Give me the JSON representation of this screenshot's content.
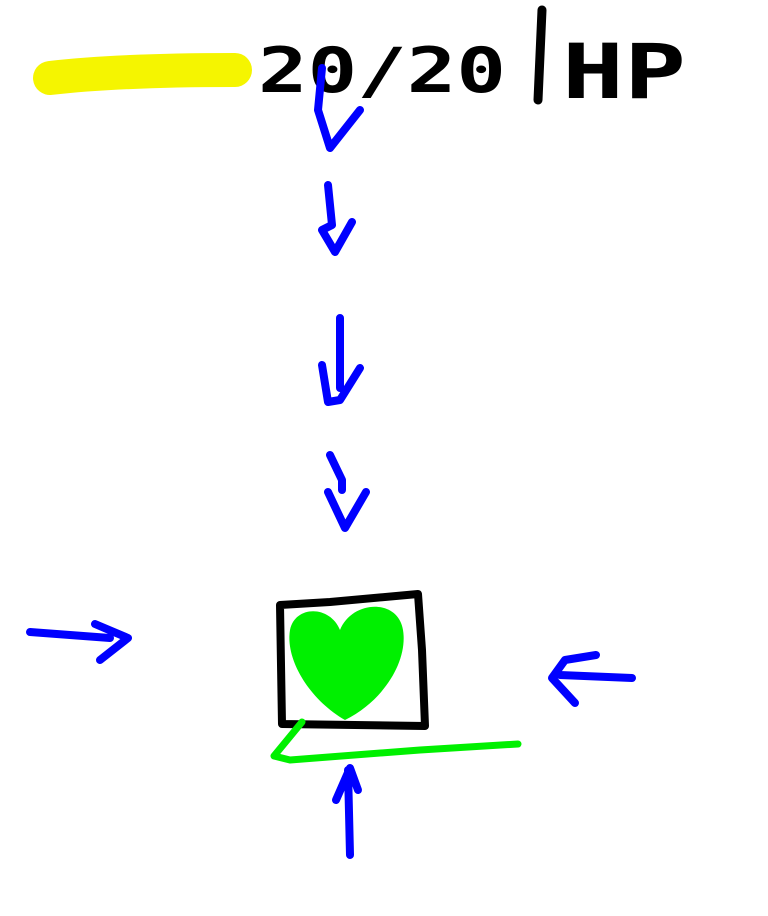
{
  "hud": {
    "hp_value": "20/20",
    "hp_label": "HP",
    "hp_fraction": 1.0
  },
  "colors": {
    "hp_bar": "#f5f500",
    "attack_arrows": "#0000ff",
    "player_heart": "#00f000",
    "battle_box": "#000000",
    "ground_line": "#00f000"
  },
  "icons": {
    "player": "heart-icon",
    "projectiles": "arrow-icon"
  }
}
